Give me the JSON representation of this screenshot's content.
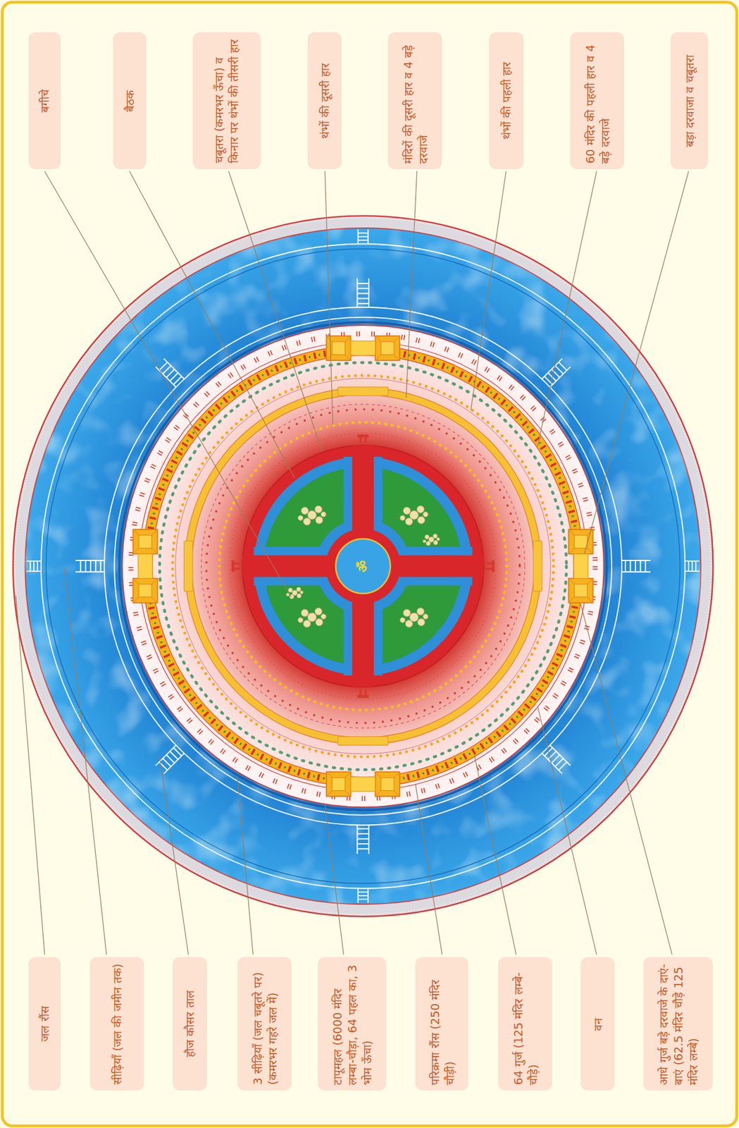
{
  "diagram": {
    "nodes": [
      {
        "text": [
          "बगीचे"
        ]
      },
      {
        "text": [
          "बैठक"
        ]
      },
      {
        "text": [
          "चबूतरा (कमरभर ऊँचा) व किनार पर थंभों की तीसरी हार"
        ]
      },
      {
        "text": [
          "थंभों की दूसरी हार"
        ]
      },
      {
        "text": [
          "मंदिरों की दूसरी हार व 4 बड़े दरवाजे"
        ]
      },
      {
        "text": [
          "थंभों की पहली हार"
        ]
      },
      {
        "text": [
          "60 मंदिर की पहली हार व 4 बड़े दरवाजे"
        ]
      },
      {
        "text": [
          "बड़ा दरवाजा व चबूतरा"
        ]
      },
      {
        "text": [
          "जल रौंस"
        ]
      },
      {
        "text": [
          "सीढ़ियाँ (जल की जमीन तक)"
        ]
      },
      {
        "text": [
          "हौज कौसर ताल"
        ]
      },
      {
        "text": [
          "3 सीढ़ियाँ (जल चबूतरे पर) (कमरभर गहरे जल में)"
        ]
      },
      {
        "text": [
          "टापूमहल (6000 मंदिर लम्बा-चौड़ा, 64 पहल का, 3 भोम ऊँचा)"
        ]
      },
      {
        "text": [
          "परिक्रमा रौंस (250 मंदिर चौड़ी)"
        ]
      },
      {
        "text": [
          "64 गुर्ज (125 मंदिर लम्बे-चौड़े)"
        ]
      },
      {
        "text": [
          "वन"
        ]
      },
      {
        "text": [
          "आधे गुर्ज बड़े दरवाजे के दाएं-बाएं (62.5 मंदिर चौड़े 125 मंदिर लम्बे)"
        ]
      }
    ],
    "labels": [
      "ॐ"
    ]
  }
}
